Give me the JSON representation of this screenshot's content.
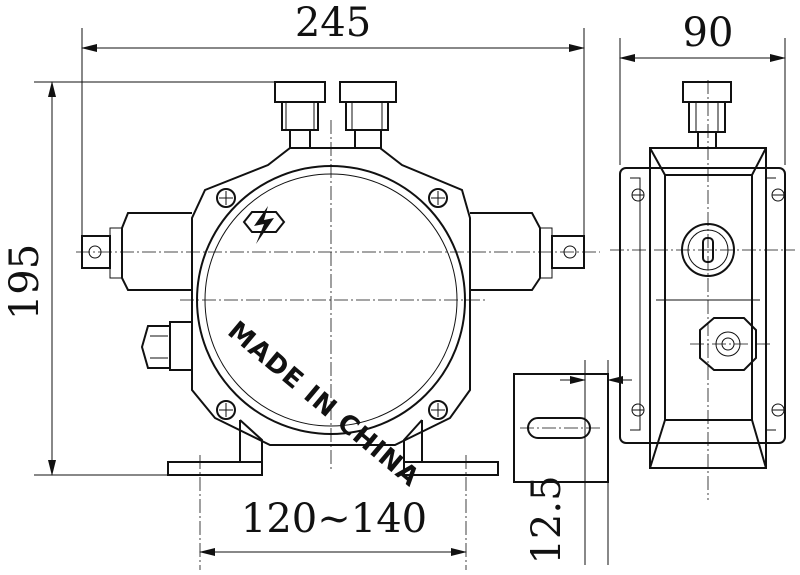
{
  "dimensions": {
    "overall_width": "245",
    "overall_height": "195",
    "side_depth": "90",
    "mount_spacing": "120~140",
    "slot_width": "12.5"
  },
  "body_text": "MADE IN CHINA"
}
